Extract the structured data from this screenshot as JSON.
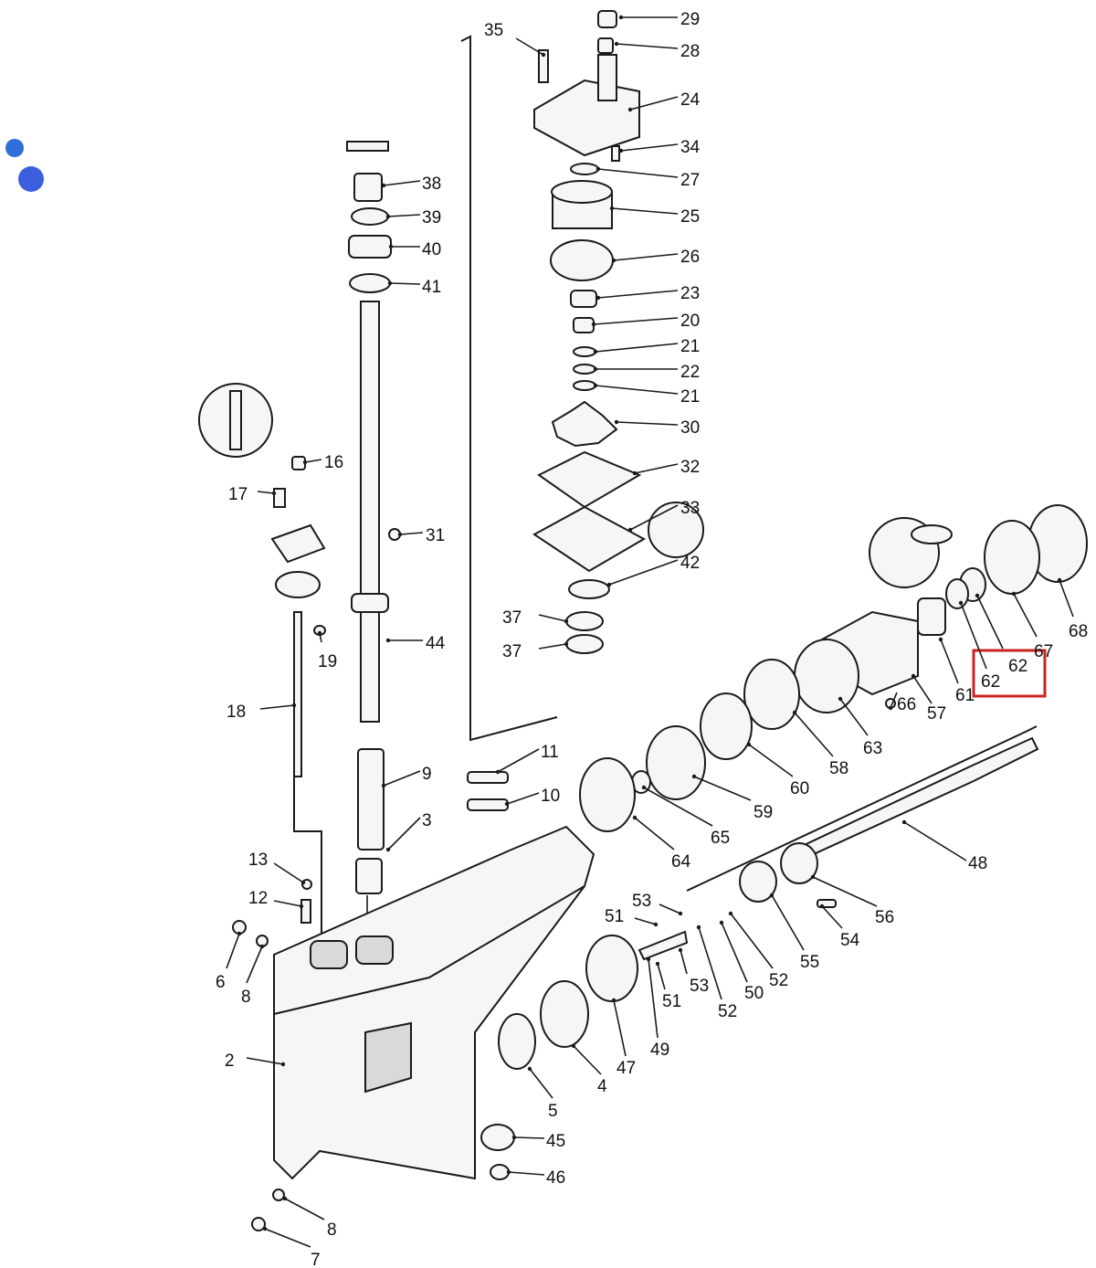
{
  "diagram": {
    "labels": [
      "29",
      "28",
      "35",
      "24",
      "34",
      "27",
      "25",
      "26",
      "38",
      "39",
      "40",
      "41",
      "23",
      "20",
      "21",
      "22",
      "21",
      "30",
      "32",
      "16",
      "17",
      "33",
      "31",
      "42",
      "37",
      "37",
      "44",
      "19",
      "18",
      "68",
      "67",
      "62",
      "62",
      "61",
      "66",
      "57",
      "63",
      "58",
      "60",
      "59",
      "65",
      "64",
      "11",
      "9",
      "10",
      "3",
      "48",
      "13",
      "12",
      "53",
      "51",
      "56",
      "54",
      "55",
      "52",
      "50",
      "52",
      "53",
      "51",
      "49",
      "47",
      "6",
      "8",
      "2",
      "4",
      "5",
      "45",
      "46",
      "8",
      "7"
    ],
    "highlight_color": "#cc2222",
    "accent_dots": [
      "#2a6fd6",
      "#3b6fe0"
    ]
  }
}
